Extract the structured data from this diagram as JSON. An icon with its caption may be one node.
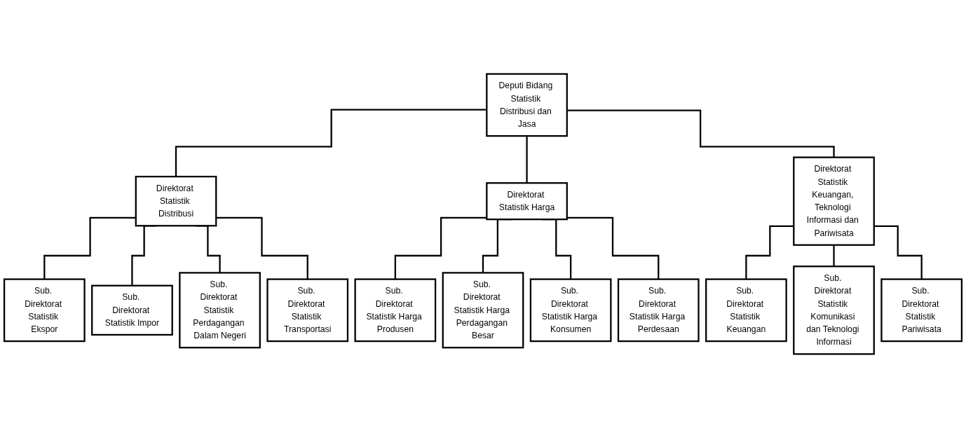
{
  "diagram": {
    "nodes": [
      {
        "text": [
          "Deputi Bidang Statistik Distribusi dan Jasa"
        ]
      },
      {
        "text": [
          "Direktorat Statistik Distribusi"
        ]
      },
      {
        "text": [
          "Direktorat Statistik Harga"
        ]
      },
      {
        "text": [
          "Direktorat Statistik Keuangan, Teknologi Informasi dan Pariwisata"
        ]
      },
      {
        "text": [
          "Sub. Direktorat Statistik Ekspor"
        ]
      },
      {
        "text": [
          "Sub. Direktorat Statistik Impor"
        ]
      },
      {
        "text": [
          "Sub. Direktorat Statistik Perdagangan Dalam Negeri"
        ]
      },
      {
        "text": [
          "Sub. Direktorat Statistik Transportasi"
        ]
      },
      {
        "text": [
          "Sub. Direktorat Statistik Harga Produsen"
        ]
      },
      {
        "text": [
          "Sub. Direktorat Statistik Harga Perdagangan Besar"
        ]
      },
      {
        "text": [
          "Sub. Direktorat Statistik Harga Konsumen"
        ]
      },
      {
        "text": [
          "Sub. Direktorat Statistik Harga Perdesaan"
        ]
      },
      {
        "text": [
          "Sub. Direktorat Statistik Keuangan"
        ]
      },
      {
        "text": [
          "Sub. Direktorat Statistik Komunikasi dan Teknologi Informasi"
        ]
      },
      {
        "text": [
          "Sub. Direktorat Statistik Pariwisata"
        ]
      }
    ],
    "edges": [
      {
        "from": 0,
        "to": 1,
        "arrow": "none"
      },
      {
        "from": 0,
        "to": 2,
        "arrow": "none"
      },
      {
        "from": 0,
        "to": 3,
        "arrow": "none"
      },
      {
        "from": 1,
        "to": 4,
        "arrow": "none"
      },
      {
        "from": 1,
        "to": 5,
        "arrow": "none"
      },
      {
        "from": 1,
        "to": 6,
        "arrow": "none"
      },
      {
        "from": 1,
        "to": 7,
        "arrow": "none"
      },
      {
        "from": 2,
        "to": 8,
        "arrow": "none"
      },
      {
        "from": 2,
        "to": 9,
        "arrow": "none"
      },
      {
        "from": 2,
        "to": 10,
        "arrow": "none"
      },
      {
        "from": 2,
        "to": 11,
        "arrow": "none"
      },
      {
        "from": 3,
        "to": 12,
        "arrow": "none"
      },
      {
        "from": 3,
        "to": 13,
        "arrow": "none"
      },
      {
        "from": 3,
        "to": 14,
        "arrow": "none"
      }
    ]
  }
}
